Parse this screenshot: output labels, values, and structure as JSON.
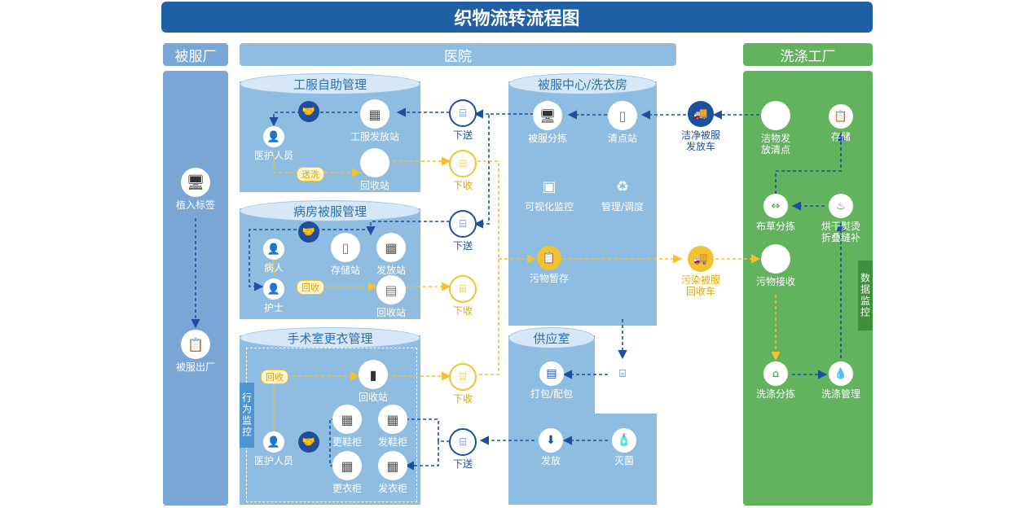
{
  "title": "织物流转流程图",
  "sections": {
    "factory": "被服厂",
    "hospital": "医院",
    "laundry": "洗涤工厂"
  },
  "groups": {
    "staff_uniform": "工服自助管理",
    "ward": "病房被服管理",
    "surgery": "手术室更衣管理",
    "center": "被服中心/洗衣房",
    "supply": "供应室"
  },
  "factory_nodes": {
    "tag": "植入标签",
    "out": "被服出厂"
  },
  "staff_nodes": {
    "dispatch_station": "工服发放站",
    "staff": "医护人员",
    "return_station": "回收站",
    "pill": "送洗"
  },
  "ward_nodes": {
    "patient": "病人",
    "storage": "存储站",
    "dispatch": "发放站",
    "nurse": "护士",
    "return_station": "回收站",
    "pill": "回收"
  },
  "surgery_nodes": {
    "pill": "回收",
    "return_station": "回收站",
    "shoe_change": "更鞋柜",
    "shoe_dispatch": "发鞋柜",
    "cloth_change": "更衣柜",
    "cloth_dispatch": "发衣柜",
    "staff": "医护人员",
    "side": "行为监控"
  },
  "transfer": {
    "send1": "下送",
    "recv1": "下收",
    "send2": "下送",
    "recv2": "下收",
    "recv3": "下收",
    "send3": "下送"
  },
  "center_nodes": {
    "sorting": "被服分拣",
    "counting": "清点站",
    "visual": "可视化监控",
    "manage": "管理/调度",
    "dirty_store": "污物暂存"
  },
  "supply_nodes": {
    "pack": "打包/配包",
    "dispatch_in": "发放",
    "dispatch": "发放",
    "sterilize": "灭菌"
  },
  "vehicles": {
    "clean_l1": "洁净被服",
    "clean_l2": "发放车",
    "dirty_l1": "污染被服",
    "dirty_l2": "回收车"
  },
  "laundry_nodes": {
    "clean_l1": "洁物发",
    "clean_l2": "放清点",
    "storage": "存储",
    "linen_sort": "布草分拣",
    "iron_l1": "烘干熨烫",
    "iron_l2": "折叠缝补",
    "dirty_recv": "污物接收",
    "wash_sort": "洗涤分拣",
    "wash_manage": "洗涤管理",
    "side": "数据监控"
  },
  "colors": {
    "blue_dark": "#1f5fa5",
    "blue_arrow": "#1e4f9c",
    "yellow_arrow": "#f2c230",
    "panel_blue": "#8fbde1",
    "panel_green": "#63b25e"
  }
}
